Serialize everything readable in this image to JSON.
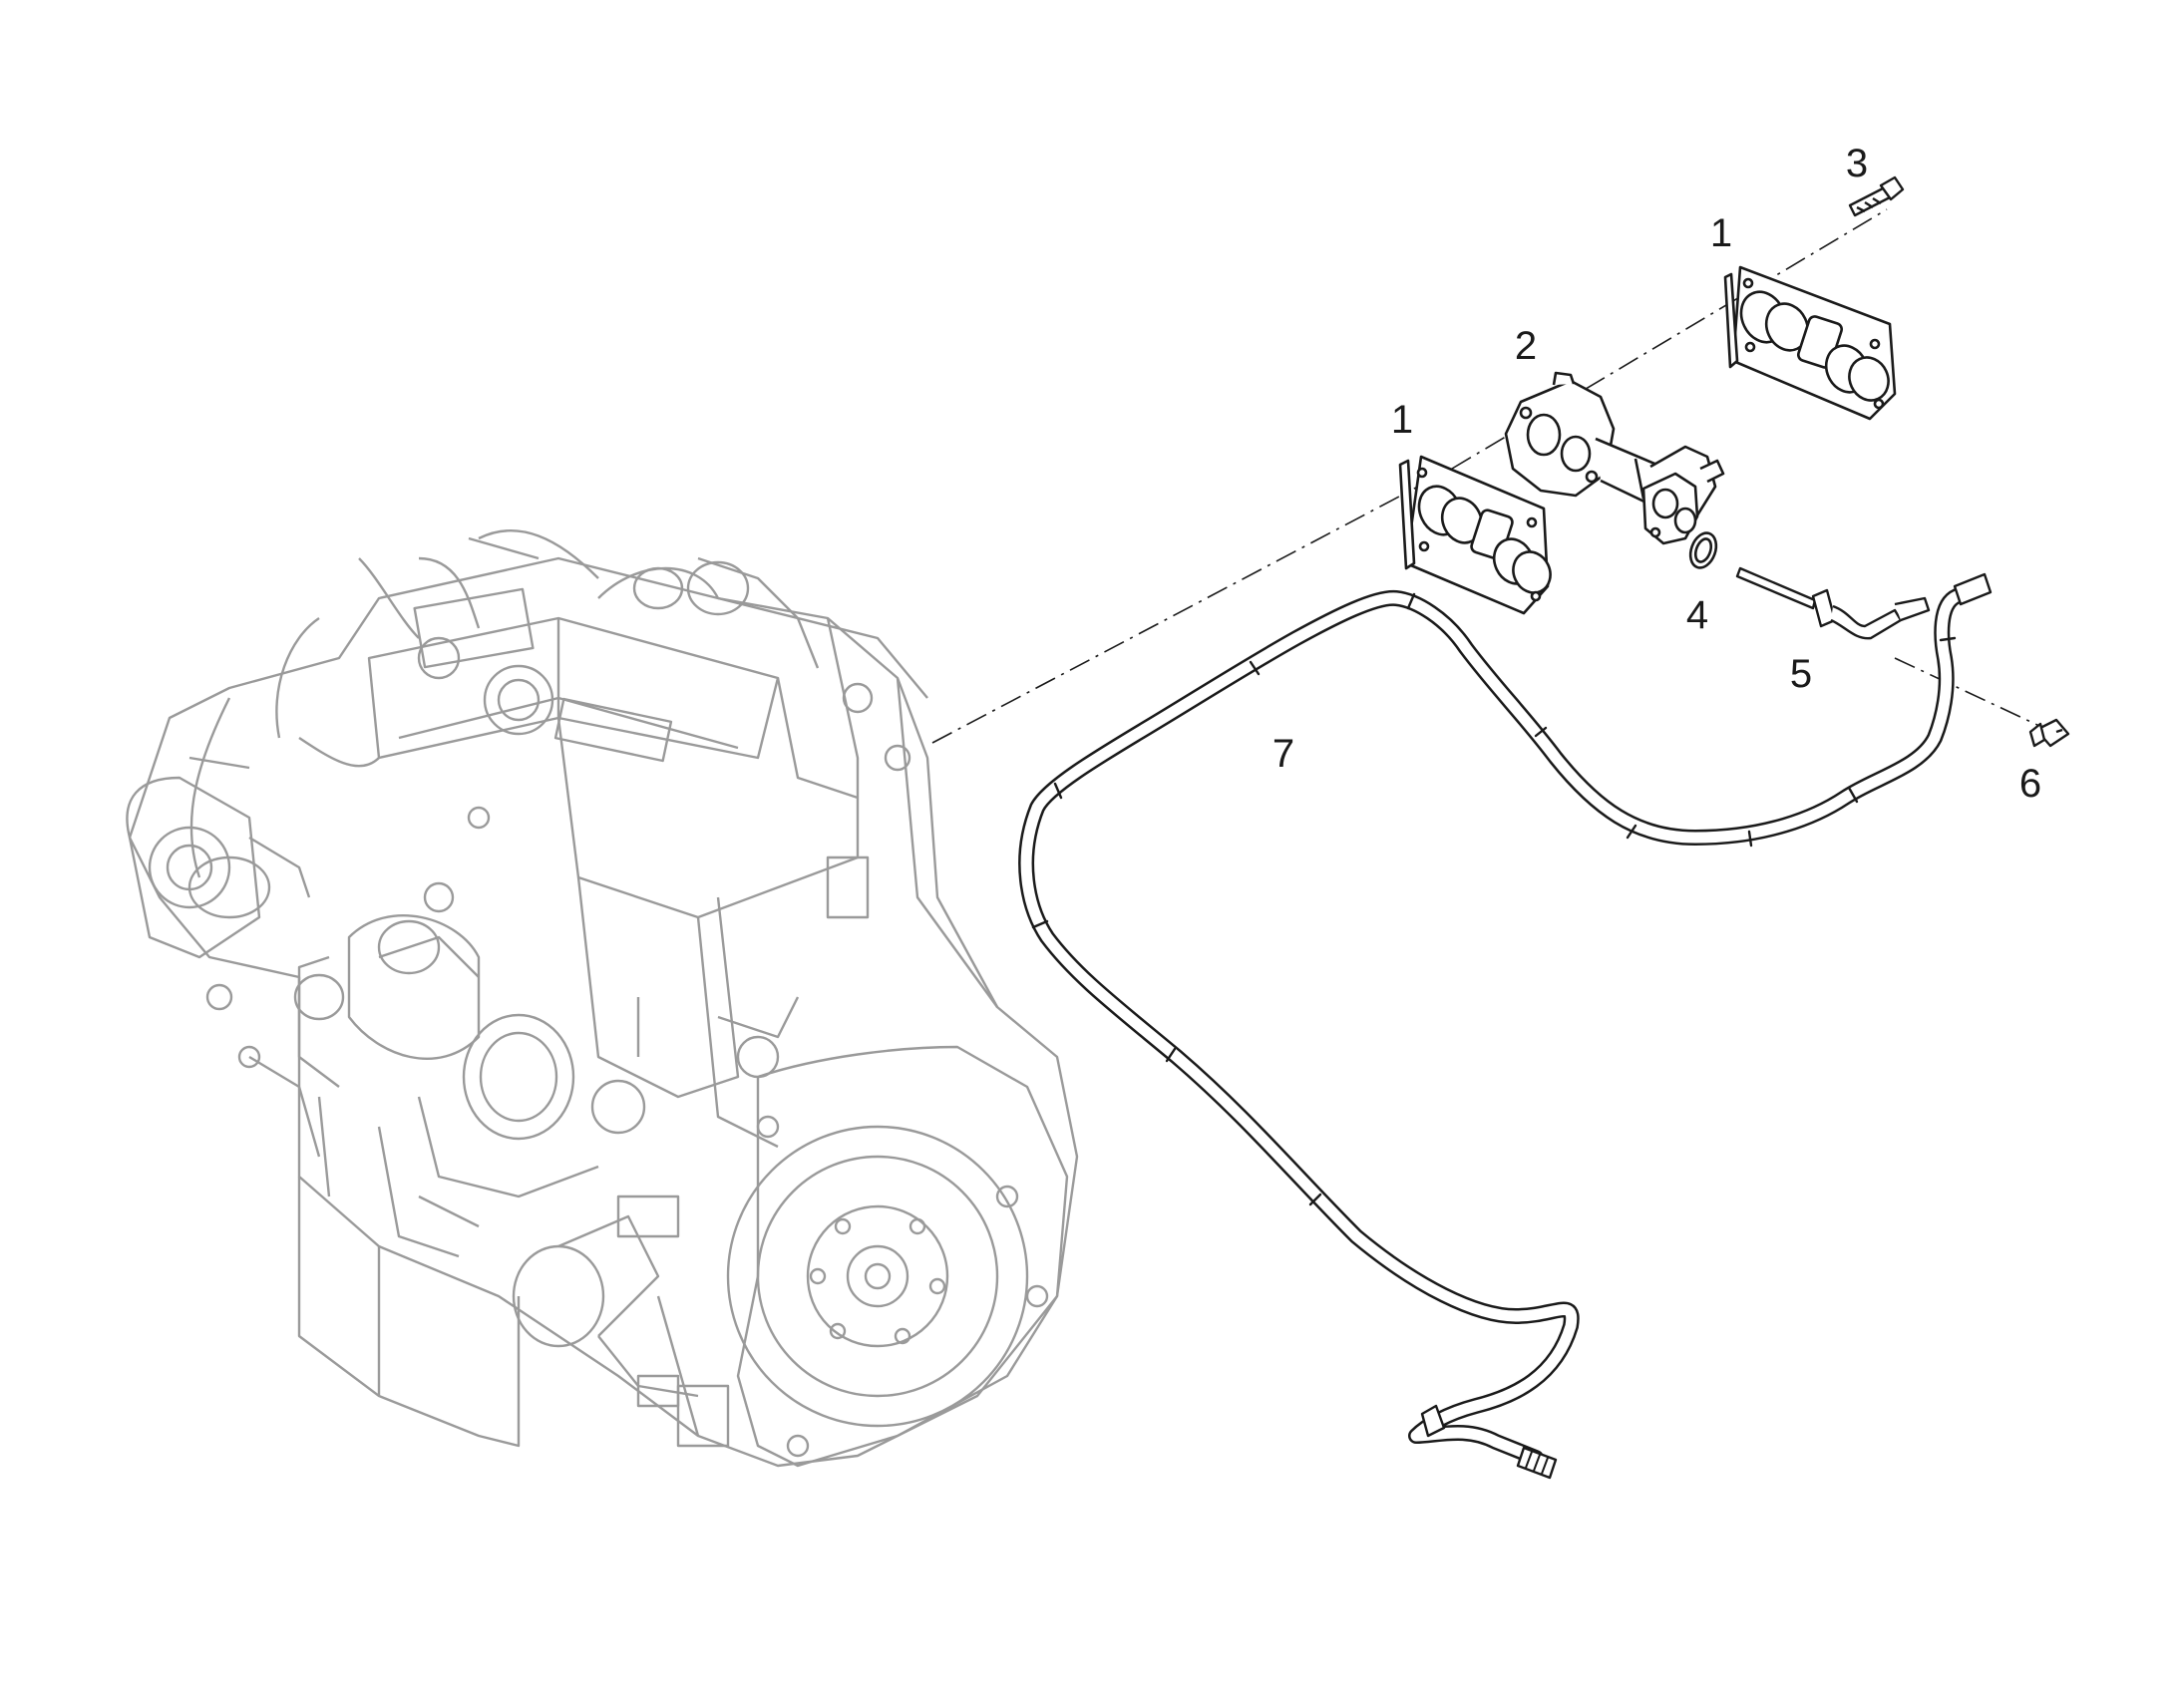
{
  "callouts": {
    "gasket_right": "1",
    "gasket_left": "1",
    "housing": "2",
    "bolt": "3",
    "o_ring": "4",
    "tube": "5",
    "screw": "6",
    "hose": "7"
  },
  "colors": {
    "engine_lines": "#9a9a9a",
    "part_lines": "#1a1a1a",
    "background": "#ffffff"
  }
}
